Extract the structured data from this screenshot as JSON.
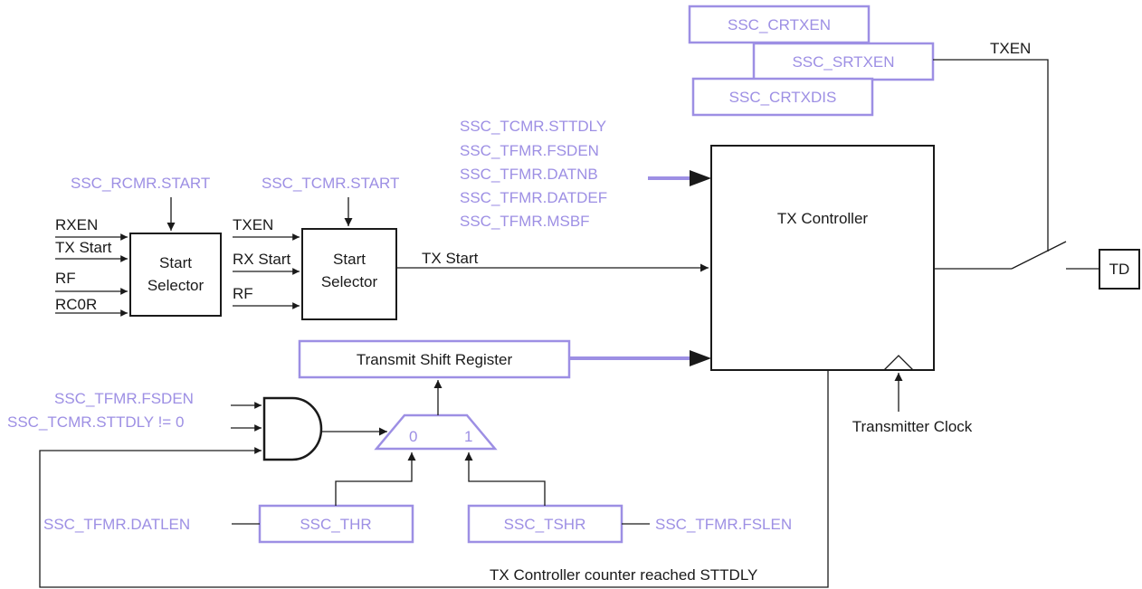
{
  "registers": {
    "crtxen": "SSC_CRTXEN",
    "srtxen": "SSC_SRTXEN",
    "crtxdis": "SSC_CRTXDIS",
    "thr": "SSC_THR",
    "tshr": "SSC_TSHR"
  },
  "signals": {
    "txen_out": "TXEN",
    "rcmr_start": "SSC_RCMR.START",
    "tcmr_start": "SSC_TCMR.START",
    "tfmr_datlen": "SSC_TFMR.DATLEN",
    "tfmr_fslen": "SSC_TFMR.FSLEN",
    "tfmr_fsden": "SSC_TFMR.FSDEN",
    "tcmr_sttdly_ne0": "SSC_TCMR.STTDLY != 0",
    "counter_reached": "TX Controller counter reached STTDLY",
    "transmitter_clock": "Transmitter Clock",
    "tx_start_line": "TX Start"
  },
  "config_list": [
    "SSC_TCMR.STTDLY",
    "SSC_TFMR.FSDEN",
    "SSC_TFMR.DATNB",
    "SSC_TFMR.DATDEF",
    "SSC_TFMR.MSBF"
  ],
  "blocks": {
    "tx_controller": "TX Controller",
    "start_selector_1": [
      "Start",
      "Selector"
    ],
    "start_selector_2": [
      "Start",
      "Selector"
    ],
    "shift_register": "Transmit Shift Register",
    "td": "TD",
    "mux_in0": "0",
    "mux_in1": "1"
  },
  "selector1_inputs": [
    "RXEN",
    "TX Start",
    "RF",
    "RC0R"
  ],
  "selector2_inputs": [
    "TXEN",
    "RX Start",
    "RF"
  ],
  "colors": {
    "register": "#9d8fe4",
    "block": "#1a1a1a"
  }
}
